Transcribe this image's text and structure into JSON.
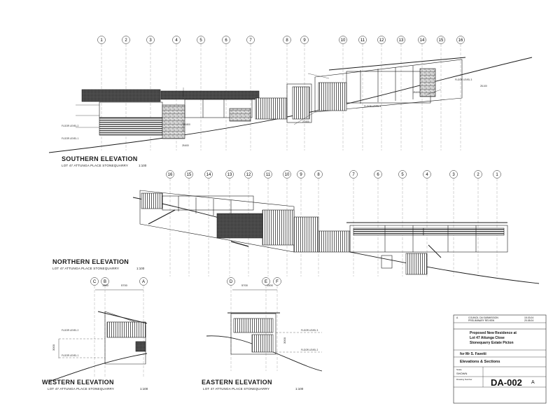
{
  "views": {
    "southern": {
      "title": "SOUTHERN  ELEVATION",
      "subtitle": "LOT 47 ATTUNGA PLACE STONEQUARRY",
      "scale": "1:100"
    },
    "northern": {
      "title": "NORTHERN  ELEVATION",
      "subtitle": "LOT 47 ATTUNGA PLACE STONEQUARRY",
      "scale": "1:100"
    },
    "western": {
      "title": "WESTERN  ELEVATION",
      "subtitle": "LOT 47 ATTUNGA PLACE STONEQUARRY",
      "scale": "1:100"
    },
    "eastern": {
      "title": "EASTERN  ELEVATION",
      "subtitle": "LOT 47 ATTUNGA PLACE STONEQUARRY",
      "scale": "1:100"
    }
  },
  "grid_labels": {
    "south": [
      "1",
      "2",
      "3",
      "4",
      "5",
      "6",
      "7",
      "8",
      "9",
      "10",
      "11",
      "12",
      "13",
      "14",
      "15",
      "16"
    ],
    "north": [
      "16",
      "15",
      "14",
      "13",
      "12",
      "11",
      "10",
      "9",
      "8",
      "7",
      "6",
      "5",
      "4",
      "3",
      "2",
      "1"
    ],
    "west": [
      "C",
      "B",
      "A"
    ],
    "east": [
      "D",
      "E",
      "F"
    ]
  },
  "dimensions": {
    "west_1": "1500",
    "west_2": "5700",
    "west_h": "3000",
    "east_1": "5700",
    "east_2": "1500",
    "east_h": "3000"
  },
  "levels": {
    "floor_1": "FLOOR LEVEL 1",
    "floor_2": "FLOOR LEVEL 2",
    "floor_3": "FLOOR LEVEL 3",
    "rl_1": "25.600",
    "rl_2": "25.800",
    "rl_3": "27.600",
    "rl_4": "28.600",
    "rl_5": "28.100"
  },
  "title_block": {
    "rev_a": "A",
    "rev_a_desc": "COUNCIL DA SUBMISSION",
    "rev_a_date": "15.03.04",
    "rev_b_desc": "PRELIMINARY REVIEW",
    "rev_b_date": "20.08.04",
    "project_line1": "Proposed New Residence at",
    "project_line2": "Lot 47 Attunga Close",
    "project_line3": "Stonequarry Estate Picton",
    "client": "for  Mr S. Favetti",
    "drawing_title": "Elevations & Sections",
    "scale_label": "Scale",
    "scale_value": "SHOWN",
    "drawing_no_label": "Drawing Number",
    "drawing_no": "DA-002",
    "revision": "A"
  },
  "colors": {
    "ink": "#1a1a1a",
    "paper": "#ffffff"
  }
}
